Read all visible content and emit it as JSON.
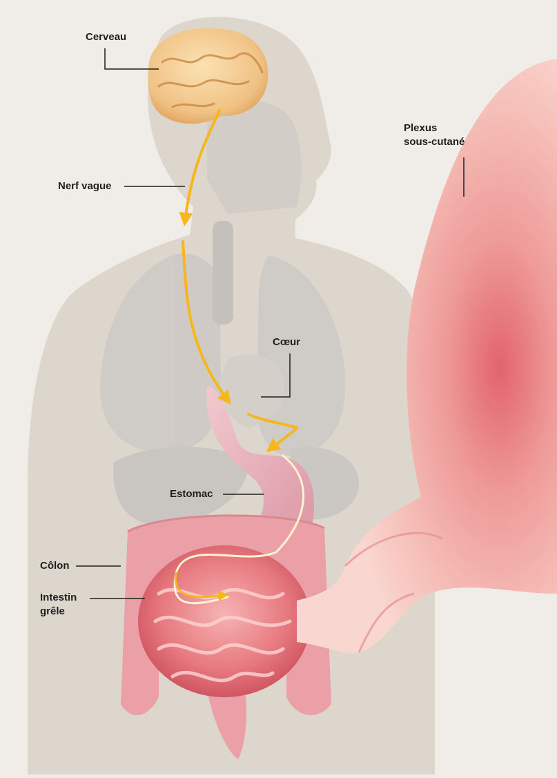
{
  "labels": {
    "brain": "Cerveau",
    "vagus_nerve": "Nerf vague",
    "subcutaneous_plexus": [
      "Plexus",
      "sous-cutané"
    ],
    "heart": "Cœur",
    "stomach": "Estomac",
    "colon": "Côlon",
    "small_intestine": [
      "Intestin",
      "grêle"
    ]
  },
  "colors": {
    "background": "#f0ede8",
    "body_silhouette": "#ddd6cc",
    "organs_grey": "#cfcbc6",
    "brain": "#f0c98a",
    "nerve_arrow": "#f5b71c",
    "intestine_pink": "#eaa0a6",
    "small_intestine_red": "#d9626e",
    "plexus_pink": "#f3b3ae",
    "leader_lines": "#1e1e1e"
  }
}
